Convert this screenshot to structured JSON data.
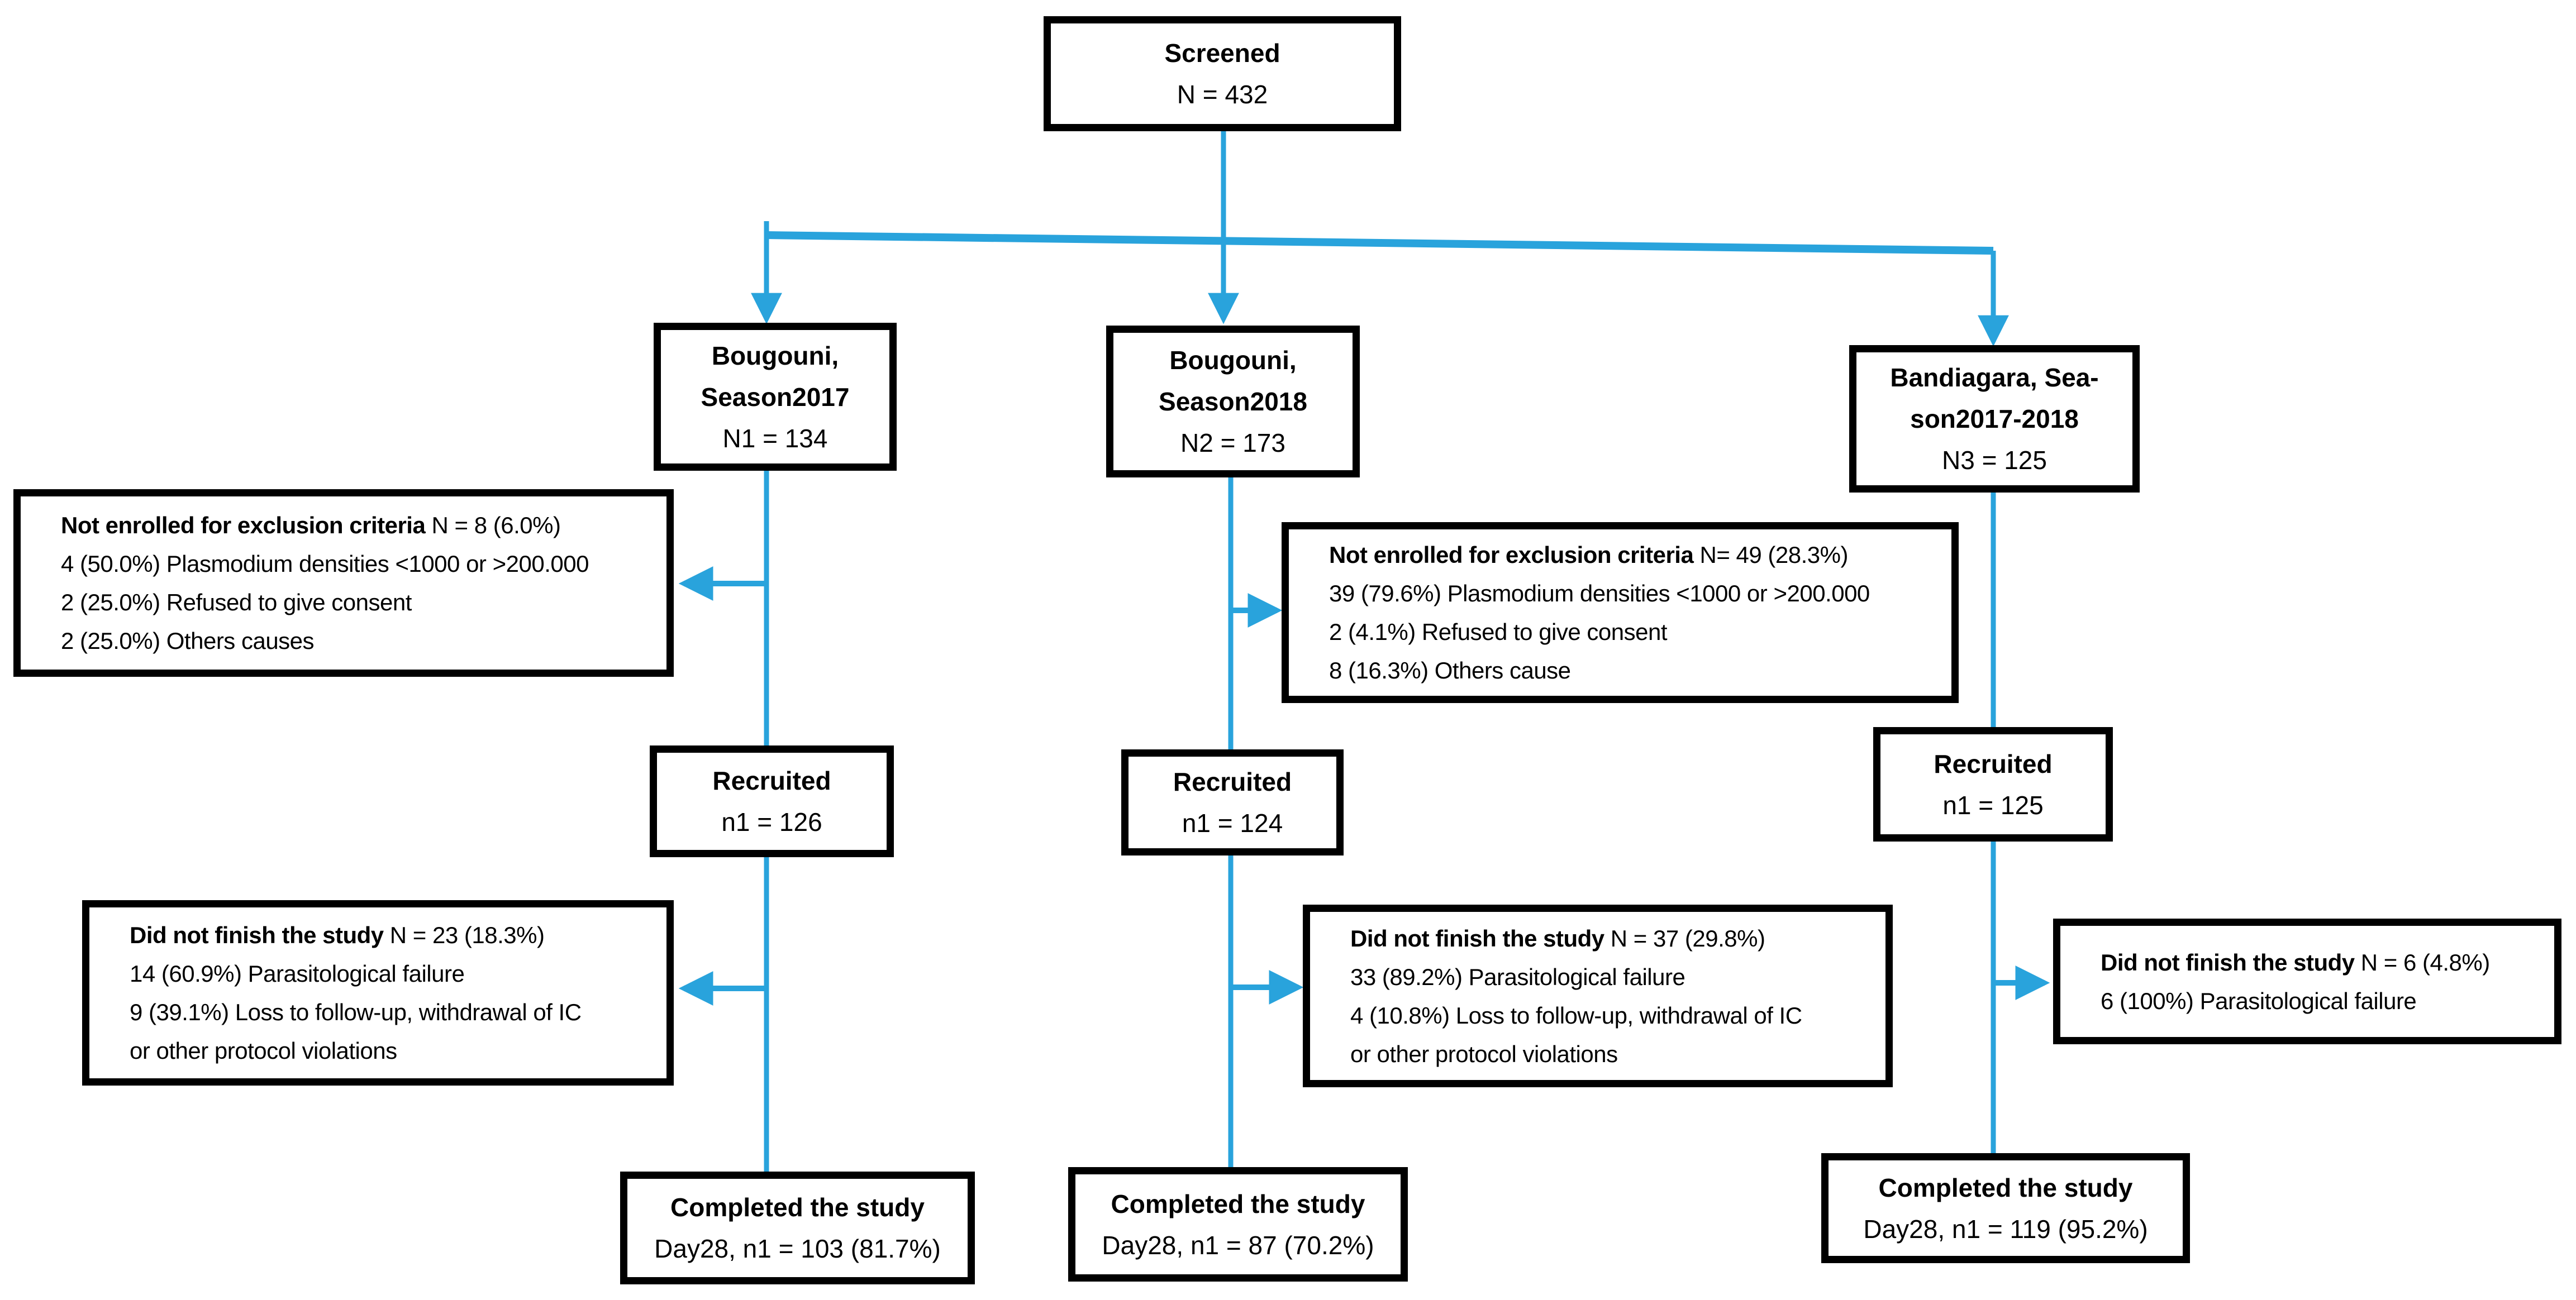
{
  "colors": {
    "arrow": "#29A3DC",
    "box_border": "#000000",
    "background": "#FFFFFF",
    "text": "#000000"
  },
  "boxes": {
    "screened": {
      "line1": "Screened",
      "line2": "N = 432"
    },
    "site1": {
      "line1": "Bougouni,",
      "line2": "Season2017",
      "line3": "N1 = 134"
    },
    "site2": {
      "line1": "Bougouni,",
      "line2": "Season2018",
      "line3": "N2 = 173"
    },
    "site3": {
      "line1": "Bandiagara, Sea-",
      "line2": "son2017-2018",
      "line3": "N3 = 125"
    },
    "excluded1": {
      "head_bold": "Not enrolled for exclusion criteria",
      "head_rest": " N = 8 (6.0%)",
      "lines": [
        "4 (50.0%) Plasmodium densities <1000 or >200.000",
        "2 (25.0%) Refused to give consent",
        "2 (25.0%) Others causes"
      ]
    },
    "excluded2": {
      "head_bold": "Not enrolled for exclusion criteria",
      "head_rest": " N= 49 (28.3%)",
      "lines": [
        "39 (79.6%) Plasmodium densities <1000 or >200.000",
        "2 (4.1%) Refused to give consent",
        "8 (16.3%) Others cause"
      ]
    },
    "recruited1": {
      "line1": "Recruited",
      "line2": "n1 = 126"
    },
    "recruited2": {
      "line1": "Recruited",
      "line2": "n1 = 124"
    },
    "recruited3": {
      "line1": "Recruited",
      "line2": "n1 = 125"
    },
    "dropout1": {
      "head_bold": "Did not finish the study",
      "head_rest": " N = 23 (18.3%)",
      "lines": [
        "14 (60.9%) Parasitological failure",
        "9 (39.1%) Loss to follow-up, withdrawal of IC",
        "or other protocol violations"
      ]
    },
    "dropout2": {
      "head_bold": "Did not finish the study",
      "head_rest": " N = 37 (29.8%)",
      "lines": [
        "33 (89.2%) Parasitological failure",
        "4 (10.8%) Loss to follow-up, withdrawal of IC",
        "or other protocol violations"
      ]
    },
    "dropout3": {
      "head_bold": "Did not finish the study",
      "head_rest": " N = 6 (4.8%)",
      "lines": [
        "6 (100%) Parasitological failure"
      ]
    },
    "completed1": {
      "line1": "Completed the study",
      "line2": "Day28, n1 = 103 (81.7%)"
    },
    "completed2": {
      "line1": "Completed the study",
      "line2": "Day28, n1 = 87 (70.2%)"
    },
    "completed3": {
      "line1": "Completed the study",
      "line2": "Day28, n1 = 119 (95.2%)"
    }
  }
}
